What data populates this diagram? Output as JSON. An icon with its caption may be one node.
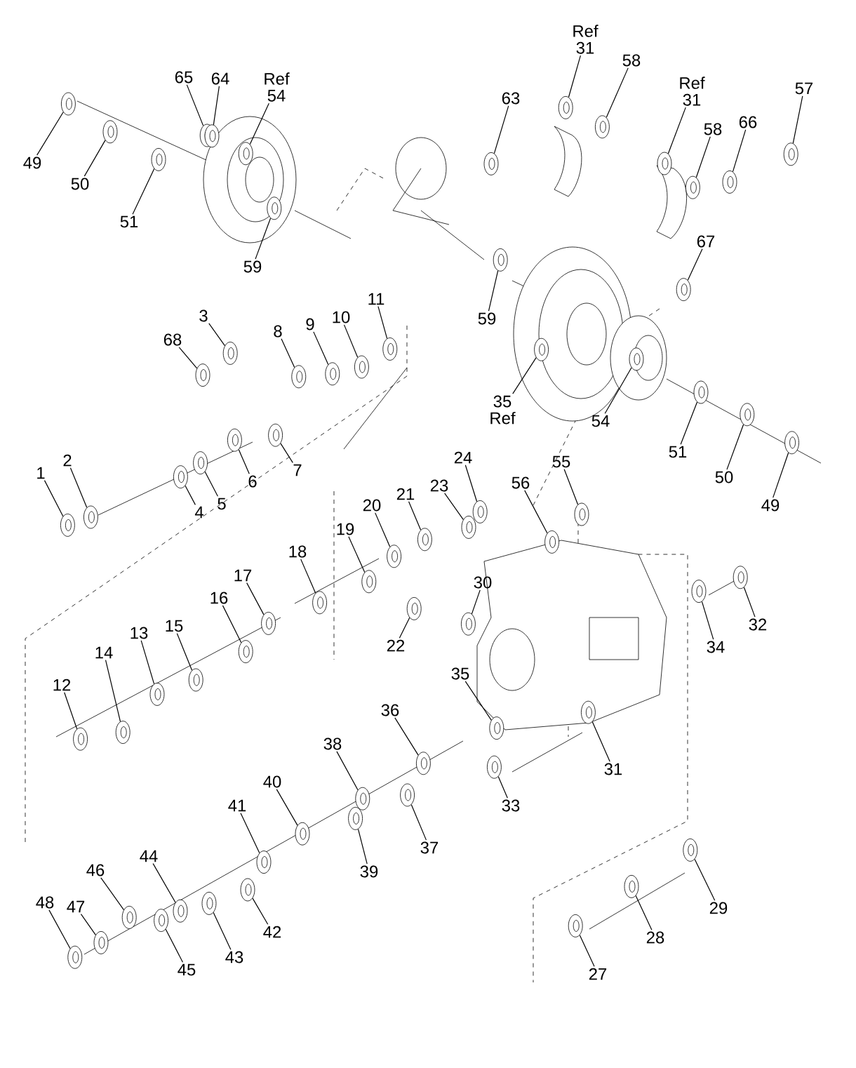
{
  "diagram": {
    "nodes": [
      {
        "text": [
          "49"
        ]
      },
      {
        "text": [],
        "shape": "picture"
      },
      {
        "text": [
          "50"
        ]
      },
      {
        "text": [],
        "shape": "picture"
      },
      {
        "text": [
          "51"
        ]
      },
      {
        "text": [],
        "shape": "picture"
      },
      {
        "text": [
          "65"
        ]
      },
      {
        "text": [],
        "shape": "picture"
      },
      {
        "text": [
          "64"
        ]
      },
      {
        "text": [],
        "shape": "picture"
      },
      {
        "text": [
          "Ref 54"
        ]
      },
      {
        "text": [],
        "shape": "picture"
      },
      {
        "text": [
          "59"
        ]
      },
      {
        "text": [],
        "shape": "picture"
      },
      {
        "text": [
          "63"
        ]
      },
      {
        "text": [],
        "shape": "picture"
      },
      {
        "text": [
          "Ref 31"
        ]
      },
      {
        "text": [],
        "shape": "picture"
      },
      {
        "text": [
          "58"
        ]
      },
      {
        "text": [],
        "shape": "picture"
      },
      {
        "text": [
          "Ref 31"
        ]
      },
      {
        "text": [],
        "shape": "picture"
      },
      {
        "text": [
          "58"
        ]
      },
      {
        "text": [],
        "shape": "picture"
      },
      {
        "text": [
          "66"
        ]
      },
      {
        "text": [],
        "shape": "picture"
      },
      {
        "text": [
          "57"
        ]
      },
      {
        "text": [],
        "shape": "picture"
      },
      {
        "text": [
          "67"
        ]
      },
      {
        "text": [],
        "shape": "picture"
      },
      {
        "text": [
          "59"
        ]
      },
      {
        "text": [],
        "shape": "picture"
      },
      {
        "text": [
          "35 Ref"
        ]
      },
      {
        "text": [],
        "shape": "picture"
      },
      {
        "text": [
          "54"
        ]
      },
      {
        "text": [],
        "shape": "picture"
      },
      {
        "text": [
          "51"
        ]
      },
      {
        "text": [],
        "shape": "picture"
      },
      {
        "text": [
          "50"
        ]
      },
      {
        "text": [],
        "shape": "picture"
      },
      {
        "text": [
          "49"
        ]
      },
      {
        "text": [],
        "shape": "picture"
      },
      {
        "text": [
          "68"
        ]
      },
      {
        "text": [],
        "shape": "picture"
      },
      {
        "text": [
          "3"
        ]
      },
      {
        "text": [],
        "shape": "picture"
      },
      {
        "text": [
          "8"
        ]
      },
      {
        "text": [],
        "shape": "picture"
      },
      {
        "text": [
          "9"
        ]
      },
      {
        "text": [],
        "shape": "picture"
      },
      {
        "text": [
          "10"
        ]
      },
      {
        "text": [],
        "shape": "picture"
      },
      {
        "text": [
          "11"
        ]
      },
      {
        "text": [],
        "shape": "picture"
      },
      {
        "text": [
          "7"
        ]
      },
      {
        "text": [],
        "shape": "picture"
      },
      {
        "text": [
          "6"
        ]
      },
      {
        "text": [],
        "shape": "picture"
      },
      {
        "text": [
          "5"
        ]
      },
      {
        "text": [],
        "shape": "picture"
      },
      {
        "text": [
          "4"
        ]
      },
      {
        "text": [],
        "shape": "picture"
      },
      {
        "text": [
          "1"
        ]
      },
      {
        "text": [],
        "shape": "picture"
      },
      {
        "text": [
          "2"
        ]
      },
      {
        "text": [],
        "shape": "picture"
      },
      {
        "text": [
          "24"
        ]
      },
      {
        "text": [],
        "shape": "picture"
      },
      {
        "text": [
          "55"
        ]
      },
      {
        "text": [],
        "shape": "picture"
      },
      {
        "text": [
          "56"
        ]
      },
      {
        "text": [],
        "shape": "picture"
      },
      {
        "text": [
          "21"
        ]
      },
      {
        "text": [],
        "shape": "picture"
      },
      {
        "text": [
          "23"
        ]
      },
      {
        "text": [],
        "shape": "picture"
      },
      {
        "text": [
          "20"
        ]
      },
      {
        "text": [],
        "shape": "picture"
      },
      {
        "text": [
          "19"
        ]
      },
      {
        "text": [],
        "shape": "picture"
      },
      {
        "text": [
          "18"
        ]
      },
      {
        "text": [],
        "shape": "picture"
      },
      {
        "text": [
          "17"
        ]
      },
      {
        "text": [],
        "shape": "picture"
      },
      {
        "text": [
          "16"
        ]
      },
      {
        "text": [],
        "shape": "picture"
      },
      {
        "text": [
          "30"
        ]
      },
      {
        "text": [],
        "shape": "picture"
      },
      {
        "text": [
          "22"
        ]
      },
      {
        "text": [],
        "shape": "picture"
      },
      {
        "text": [
          "34"
        ]
      },
      {
        "text": [],
        "shape": "picture"
      },
      {
        "text": [
          "32"
        ]
      },
      {
        "text": [],
        "shape": "picture"
      },
      {
        "text": [
          "15"
        ]
      },
      {
        "text": [],
        "shape": "picture"
      },
      {
        "text": [
          "13"
        ]
      },
      {
        "text": [],
        "shape": "picture"
      },
      {
        "text": [
          "14"
        ]
      },
      {
        "text": [],
        "shape": "picture"
      },
      {
        "text": [
          "12"
        ]
      },
      {
        "text": [],
        "shape": "picture"
      },
      {
        "text": [
          "35"
        ]
      },
      {
        "text": [],
        "shape": "picture"
      },
      {
        "text": [
          "31"
        ]
      },
      {
        "text": [],
        "shape": "picture"
      },
      {
        "text": [
          "36"
        ]
      },
      {
        "text": [],
        "shape": "picture"
      },
      {
        "text": [
          "33"
        ]
      },
      {
        "text": [],
        "shape": "picture"
      },
      {
        "text": [
          "38"
        ]
      },
      {
        "text": [],
        "shape": "picture"
      },
      {
        "text": [
          "40"
        ]
      },
      {
        "text": [],
        "shape": "picture"
      },
      {
        "text": [
          "37"
        ]
      },
      {
        "text": [],
        "shape": "picture"
      },
      {
        "text": [
          "41"
        ]
      },
      {
        "text": [],
        "shape": "picture"
      },
      {
        "text": [
          "39"
        ]
      },
      {
        "text": [],
        "shape": "picture"
      },
      {
        "text": [
          "44"
        ]
      },
      {
        "text": [],
        "shape": "picture"
      },
      {
        "text": [
          "46"
        ]
      },
      {
        "text": [],
        "shape": "picture"
      },
      {
        "text": [
          "47"
        ]
      },
      {
        "text": [],
        "shape": "picture"
      },
      {
        "text": [
          "48"
        ]
      },
      {
        "text": [],
        "shape": "picture"
      },
      {
        "text": [
          "45"
        ]
      },
      {
        "text": [],
        "shape": "picture"
      },
      {
        "text": [
          "43"
        ]
      },
      {
        "text": [],
        "shape": "picture"
      },
      {
        "text": [
          "42"
        ]
      },
      {
        "text": [],
        "shape": "picture"
      },
      {
        "text": [
          "29"
        ]
      },
      {
        "text": [],
        "shape": "picture"
      },
      {
        "text": [
          "28"
        ]
      },
      {
        "text": [],
        "shape": "picture"
      },
      {
        "text": [
          "27"
        ]
      },
      {
        "text": [],
        "shape": "picture"
      }
    ],
    "edges": [
      {
        "from": 0,
        "to": 1,
        "arrow": "none"
      },
      {
        "from": 2,
        "to": 3,
        "arrow": "none"
      },
      {
        "from": 4,
        "to": 5,
        "arrow": "none"
      },
      {
        "from": 6,
        "to": 7,
        "arrow": "none"
      },
      {
        "from": 8,
        "to": 9,
        "arrow": "none"
      },
      {
        "from": 10,
        "to": 11,
        "arrow": "none"
      },
      {
        "from": 12,
        "to": 13,
        "arrow": "none"
      },
      {
        "from": 14,
        "to": 15,
        "arrow": "none"
      },
      {
        "from": 16,
        "to": 17,
        "arrow": "none"
      },
      {
        "from": 18,
        "to": 19,
        "arrow": "none"
      },
      {
        "from": 20,
        "to": 21,
        "arrow": "none"
      },
      {
        "from": 22,
        "to": 23,
        "arrow": "none"
      },
      {
        "from": 24,
        "to": 25,
        "arrow": "none"
      },
      {
        "from": 26,
        "to": 27,
        "arrow": "none"
      },
      {
        "from": 28,
        "to": 29,
        "arrow": "none"
      },
      {
        "from": 30,
        "to": 31,
        "arrow": "none"
      },
      {
        "from": 32,
        "to": 33,
        "arrow": "none"
      },
      {
        "from": 34,
        "to": 35,
        "arrow": "none"
      },
      {
        "from": 36,
        "to": 37,
        "arrow": "none"
      },
      {
        "from": 38,
        "to": 39,
        "arrow": "none"
      },
      {
        "from": 40,
        "to": 41,
        "arrow": "none"
      },
      {
        "from": 42,
        "to": 43,
        "arrow": "none"
      },
      {
        "from": 44,
        "to": 45,
        "arrow": "none"
      },
      {
        "from": 46,
        "to": 47,
        "arrow": "none"
      },
      {
        "from": 48,
        "to": 49,
        "arrow": "none"
      },
      {
        "from": 50,
        "to": 51,
        "arrow": "none"
      },
      {
        "from": 52,
        "to": 53,
        "arrow": "none"
      },
      {
        "from": 54,
        "to": 55,
        "arrow": "none"
      },
      {
        "from": 56,
        "to": 57,
        "arrow": "none"
      },
      {
        "from": 58,
        "to": 59,
        "arrow": "none"
      },
      {
        "from": 60,
        "to": 61,
        "arrow": "none"
      },
      {
        "from": 62,
        "to": 63,
        "arrow": "none"
      },
      {
        "from": 64,
        "to": 65,
        "arrow": "none"
      },
      {
        "from": 66,
        "to": 67,
        "arrow": "none"
      },
      {
        "from": 68,
        "to": 69,
        "arrow": "none"
      },
      {
        "from": 70,
        "to": 71,
        "arrow": "none"
      },
      {
        "from": 72,
        "to": 73,
        "arrow": "none"
      },
      {
        "from": 74,
        "to": 75,
        "arrow": "none"
      },
      {
        "from": 76,
        "to": 77,
        "arrow": "none"
      },
      {
        "from": 78,
        "to": 79,
        "arrow": "none"
      },
      {
        "from": 80,
        "to": 81,
        "arrow": "none"
      },
      {
        "from": 82,
        "to": 83,
        "arrow": "none"
      },
      {
        "from": 84,
        "to": 85,
        "arrow": "none"
      },
      {
        "from": 86,
        "to": 87,
        "arrow": "none"
      },
      {
        "from": 88,
        "to": 89,
        "arrow": "none"
      },
      {
        "from": 90,
        "to": 91,
        "arrow": "none"
      },
      {
        "from": 92,
        "to": 93,
        "arrow": "none"
      },
      {
        "from": 94,
        "to": 95,
        "arrow": "none"
      },
      {
        "from": 96,
        "to": 97,
        "arrow": "none"
      },
      {
        "from": 98,
        "to": 99,
        "arrow": "none"
      },
      {
        "from": 100,
        "to": 101,
        "arrow": "none"
      },
      {
        "from": 102,
        "to": 103,
        "arrow": "none"
      },
      {
        "from": 104,
        "to": 105,
        "arrow": "none"
      },
      {
        "from": 106,
        "to": 107,
        "arrow": "none"
      },
      {
        "from": 108,
        "to": 109,
        "arrow": "none"
      },
      {
        "from": 110,
        "to": 111,
        "arrow": "none"
      },
      {
        "from": 112,
        "to": 113,
        "arrow": "none"
      },
      {
        "from": 114,
        "to": 115,
        "arrow": "none"
      },
      {
        "from": 116,
        "to": 117,
        "arrow": "none"
      },
      {
        "from": 118,
        "to": 119,
        "arrow": "none"
      },
      {
        "from": 120,
        "to": 121,
        "arrow": "none"
      },
      {
        "from": 122,
        "to": 123,
        "arrow": "none"
      },
      {
        "from": 124,
        "to": 125,
        "arrow": "none"
      },
      {
        "from": 126,
        "to": 127,
        "arrow": "none"
      },
      {
        "from": 128,
        "to": 129,
        "arrow": "none"
      },
      {
        "from": 130,
        "to": 131,
        "arrow": "none"
      },
      {
        "from": 132,
        "to": 133,
        "arrow": "none"
      },
      {
        "from": 134,
        "to": 135,
        "arrow": "none"
      },
      {
        "from": 136,
        "to": 137,
        "arrow": "none"
      },
      {
        "from": 138,
        "to": 139,
        "arrow": "none"
      }
    ]
  }
}
